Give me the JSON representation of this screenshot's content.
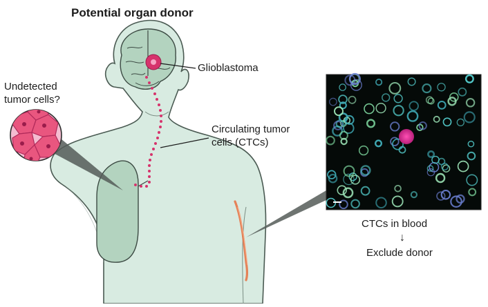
{
  "title": "Potential organ donor",
  "labels": {
    "glioblastoma": "Glioblastoma",
    "ctc_line1": "Circulating tumor",
    "ctc_line2": "cells (CTCs)",
    "undetected_line1": "Undetected",
    "undetected_line2": "tumor cells?",
    "ctcs_in_blood": "CTCs in blood",
    "flow_arrow": "↓",
    "exclude_donor": "Exclude donor"
  },
  "colors": {
    "body_fill": "#d8ebe1",
    "body_stroke": "#4a5a52",
    "organ_fill": "#b3d3bf",
    "tumor": "#d6336c",
    "tumor_cell_fill": "#e9567f",
    "micrograph_bg": "#050a08",
    "cell_green": "#7fd9a0",
    "cell_cyan": "#52c7c7",
    "vein": "#e7703f"
  },
  "icons": [
    "glioblastoma-tumor-icon",
    "tumor-cells-magnified-icon",
    "microscopy-image"
  ]
}
